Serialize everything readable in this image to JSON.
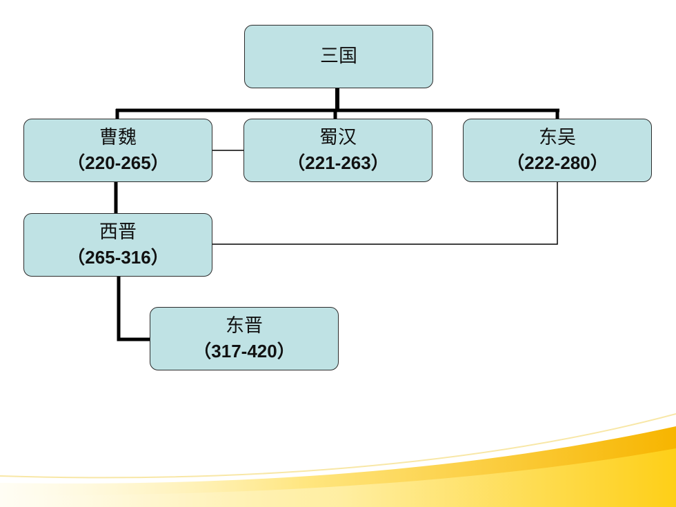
{
  "nodes": {
    "sanguo": {
      "name": "三国"
    },
    "caowei": {
      "name": "曹魏",
      "years": "（220-265）"
    },
    "shuhan": {
      "name": "蜀汉",
      "years": "（221-263）"
    },
    "dongwu": {
      "name": "东吴",
      "years": "（222-280）"
    },
    "xijin": {
      "name": "西晋",
      "years": "（265-316）"
    },
    "dongjin": {
      "name": "东晋",
      "years": "（317-420）"
    }
  },
  "colors": {
    "node_fill": "#bfe2e4",
    "line": "#000000",
    "swoosh_orange": "#f7b500",
    "swoosh_yellow": "#ffe24a"
  }
}
